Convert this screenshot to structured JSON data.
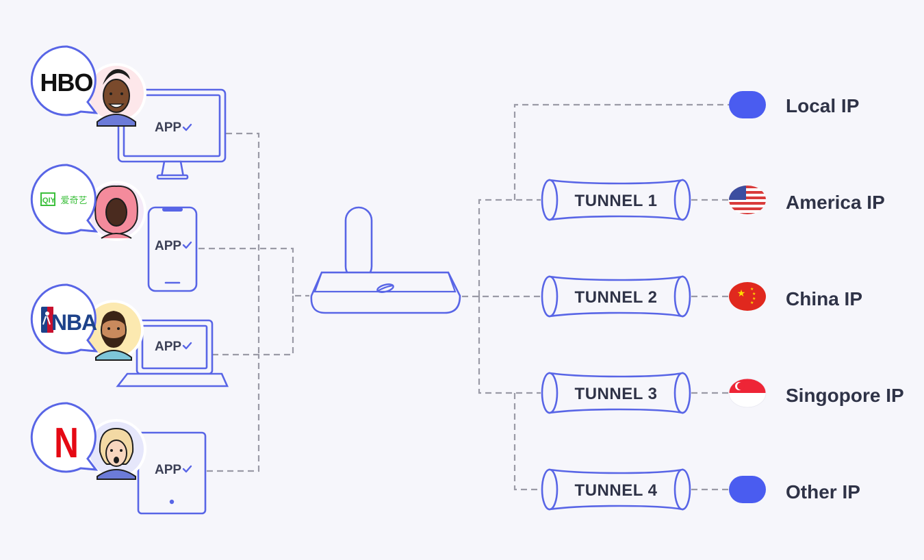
{
  "devices": [
    {
      "type": "desktop",
      "app_label": "APP",
      "service": "HBO"
    },
    {
      "type": "phone",
      "app_label": "APP",
      "service": "iQIYI 爱奇艺"
    },
    {
      "type": "laptop",
      "app_label": "APP",
      "service": "NBA"
    },
    {
      "type": "tablet",
      "app_label": "APP",
      "service": "Netflix"
    }
  ],
  "brand_logos": {
    "hbo": "HBO",
    "iqiyi_latin": "iQIY",
    "iqiyi_chinese": "爱奇艺",
    "nba": "NBA",
    "netflix": "N"
  },
  "router": {
    "icon": "router-icon"
  },
  "tunnels": [
    {
      "label": "TUNNEL 1"
    },
    {
      "label": "TUNNEL 2"
    },
    {
      "label": "TUNNEL 3"
    },
    {
      "label": "TUNNEL 4"
    }
  ],
  "ip_targets": [
    {
      "label": "Local IP",
      "icon": "blue-pill-icon"
    },
    {
      "label": "America IP",
      "icon": "us-flag-icon"
    },
    {
      "label": "China IP",
      "icon": "china-flag-icon"
    },
    {
      "label": "Singopore IP",
      "icon": "singapore-flag-icon"
    },
    {
      "label": "Other IP",
      "icon": "blue-pill-icon"
    }
  ],
  "colors": {
    "accent": "#5865e6",
    "background": "#f6f6fb",
    "wire": "#9a9aa6",
    "text": "#2f3347"
  }
}
